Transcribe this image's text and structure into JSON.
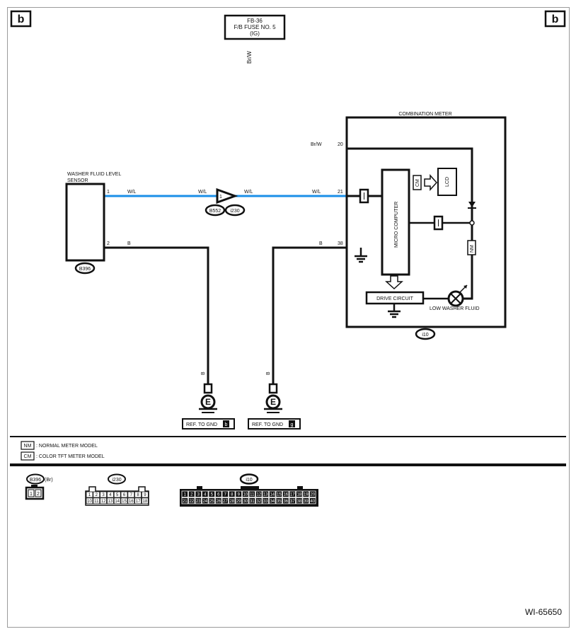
{
  "corner_marks": {
    "left": "b",
    "right": "b"
  },
  "fuse": {
    "line1": "FB-36",
    "line2": "F/B FUSE NO. 5",
    "line3": "(IG)",
    "wire_color": "Br/W"
  },
  "sensor": {
    "label_line1": "WASHER FLUID LEVEL",
    "label_line2": "SENSOR",
    "pin1": "1",
    "pin2": "2",
    "pin1_wire": "W/L",
    "pin2_wire": "B",
    "connector": "B396"
  },
  "junction": {
    "wire_in": "W/L",
    "wire_out": "W/L",
    "pin": "1",
    "connector_a": "B552",
    "connector_b": "i230"
  },
  "meter": {
    "title": "COMBINATION METER",
    "pin20": "20",
    "pin20_wire": "Br/W",
    "pin21": "21",
    "pin21_wire": "W/L",
    "pin38": "38",
    "pin38_wire": "B",
    "micro_computer": "MICRO COMPUTER",
    "drive_circuit": "DRIVE CIRCUIT",
    "lcd": "LCD",
    "cm_tag": "CM",
    "nm_tag": "NM",
    "low_washer_fluid": "LOW WASHER FLUID",
    "connector": "i10"
  },
  "grounds": [
    {
      "wire": "B",
      "label": "REF. TO GND",
      "tag": "b",
      "symbol": "E"
    },
    {
      "wire": "B",
      "label": "REF. TO GND",
      "tag": "g",
      "symbol": "E"
    }
  ],
  "legend": [
    {
      "code": "NM",
      "text": ": NORMAL METER MODEL"
    },
    {
      "code": "CM",
      "text": ": COLOR TFT METER MODEL"
    }
  ],
  "connectors": {
    "b396": {
      "name": "B396",
      "color": "(Br)",
      "pins": [
        "1",
        "2"
      ]
    },
    "i230": {
      "name": "i230",
      "row1": [
        "1",
        "2",
        "3",
        "4",
        "5",
        "6",
        "7",
        "8",
        "9"
      ],
      "row2": [
        "10",
        "11",
        "12",
        "13",
        "14",
        "15",
        "16",
        "17",
        "18"
      ]
    },
    "i10": {
      "name": "i10",
      "row1": [
        "1",
        "2",
        "3",
        "4",
        "5",
        "6",
        "7",
        "8",
        "9",
        "10",
        "11",
        "12",
        "13",
        "14",
        "15",
        "16",
        "17",
        "18",
        "19",
        "20"
      ],
      "row2": [
        "21",
        "22",
        "23",
        "24",
        "25",
        "26",
        "27",
        "28",
        "29",
        "30",
        "31",
        "32",
        "33",
        "34",
        "35",
        "36",
        "37",
        "38",
        "39",
        "40"
      ]
    }
  },
  "figure_id": "WI-65650",
  "colors": {
    "signal_wire": "#1a8fe8",
    "wire": "#111111",
    "frame": "#9a9a9a"
  }
}
